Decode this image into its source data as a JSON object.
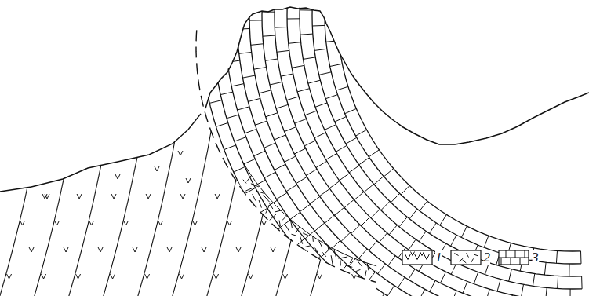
{
  "diagram": {
    "legend": [
      {
        "text": "1"
      },
      {
        "text": "2"
      },
      {
        "text": "3"
      }
    ]
  }
}
